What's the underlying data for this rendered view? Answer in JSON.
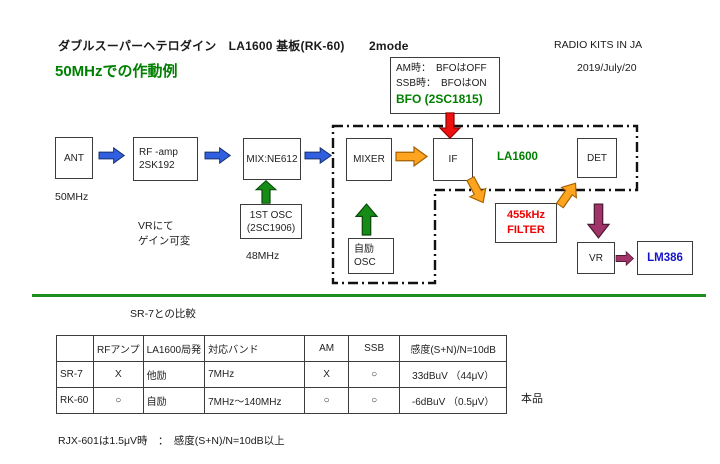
{
  "header": {
    "title": "ダブルスーパーヘテロダイン　LA1600 基板(RK-60)　　2mode",
    "brand": "RADIO KITS IN JA",
    "date": "2019/July/20",
    "heading": "50MHzでの作動例"
  },
  "colors": {
    "green_text": "#008000",
    "red_text": "#ee0000",
    "blue_text": "#1414cc",
    "divider_green": "#1e8e1e",
    "blue_arrow": "#3060e0",
    "green_arrow": "#168c16",
    "orange_arrow": "#ffa41e",
    "red_arrow": "#ee1111",
    "purple_arrow": "#a03468"
  },
  "diagram": {
    "ant": {
      "label": "ANT"
    },
    "freq_in": "50MHz",
    "rf_amp": {
      "line1": "RF -amp",
      "line2": "2SK192"
    },
    "rf_amp_note": {
      "line1": "VRにて",
      "line2": "ゲイン可変"
    },
    "mix": {
      "label": "MIX:NE612"
    },
    "osc1": {
      "line1": "1ST OSC",
      "line2": "(2SC1906)"
    },
    "osc1_freq": "48MHz",
    "la1600_chip": "LA1600",
    "mixer": {
      "label": "MIXER"
    },
    "if": {
      "label": "IF"
    },
    "det": {
      "label": "DET"
    },
    "self_osc": {
      "line1": "自励",
      "line2": "OSC"
    },
    "filter": {
      "line1": "455kHz",
      "line2": "FILTER"
    },
    "vr": {
      "label": "VR"
    },
    "amp": {
      "label": "LM386"
    },
    "bfo_note": {
      "line1": "AM時：　BFOはOFF",
      "line2": "SSB時：　BFOはON",
      "line3": "BFO (2SC1815)"
    }
  },
  "table": {
    "caption": "SR-7との比較",
    "headers": [
      "",
      "RFアンプ",
      "LA1600局発",
      "対応バンド",
      "AM",
      "SSB",
      "感度(S+N)/N=10dB"
    ],
    "rows": [
      [
        "SR-7",
        "X",
        "他励",
        "7MHz",
        "X",
        "○",
        "33dBuV （44μV）"
      ],
      [
        "RK-60",
        "○",
        "自励",
        "7MHz～140MHz",
        "○",
        "○",
        "-6dBuV （0.5μV）"
      ]
    ],
    "row_note": "本品"
  },
  "footnote": "RJX-601は1.5μV時　：　感度(S+N)/N=10dB以上"
}
